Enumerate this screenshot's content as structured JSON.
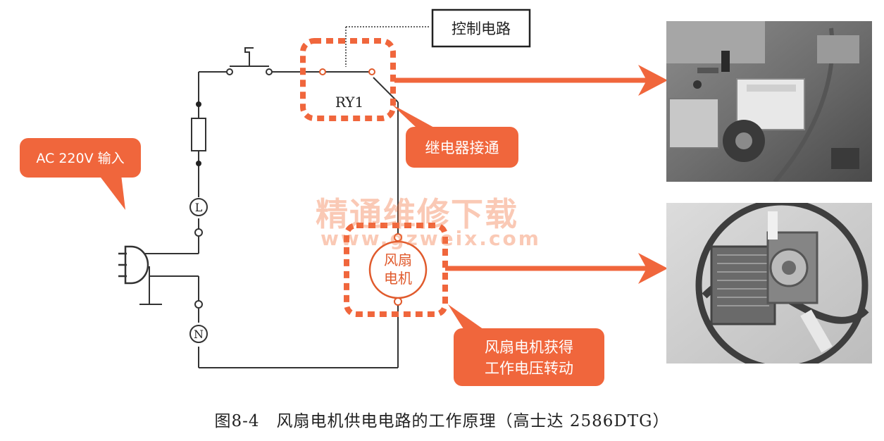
{
  "labels": {
    "control_circuit": "控制电路",
    "relay_ref": "RY1",
    "ac_input": "AC 220V 输入",
    "relay_on": "继电器接通",
    "fan_motor_line1": "风扇",
    "fan_motor_line2": "电机",
    "fan_gets_voltage_line1": "风扇电机获得",
    "fan_gets_voltage_line2": "工作电压转动",
    "terminal_L": "L",
    "terminal_N": "N"
  },
  "watermark": {
    "chinese": "精通维修下载",
    "url": "www.gzweix.com"
  },
  "caption": "图8-4　风扇电机供电电路的工作原理（高士达 2586DTG）",
  "colors": {
    "accent": "#f0663c",
    "wire": "#333333",
    "box_border": "#222222"
  }
}
